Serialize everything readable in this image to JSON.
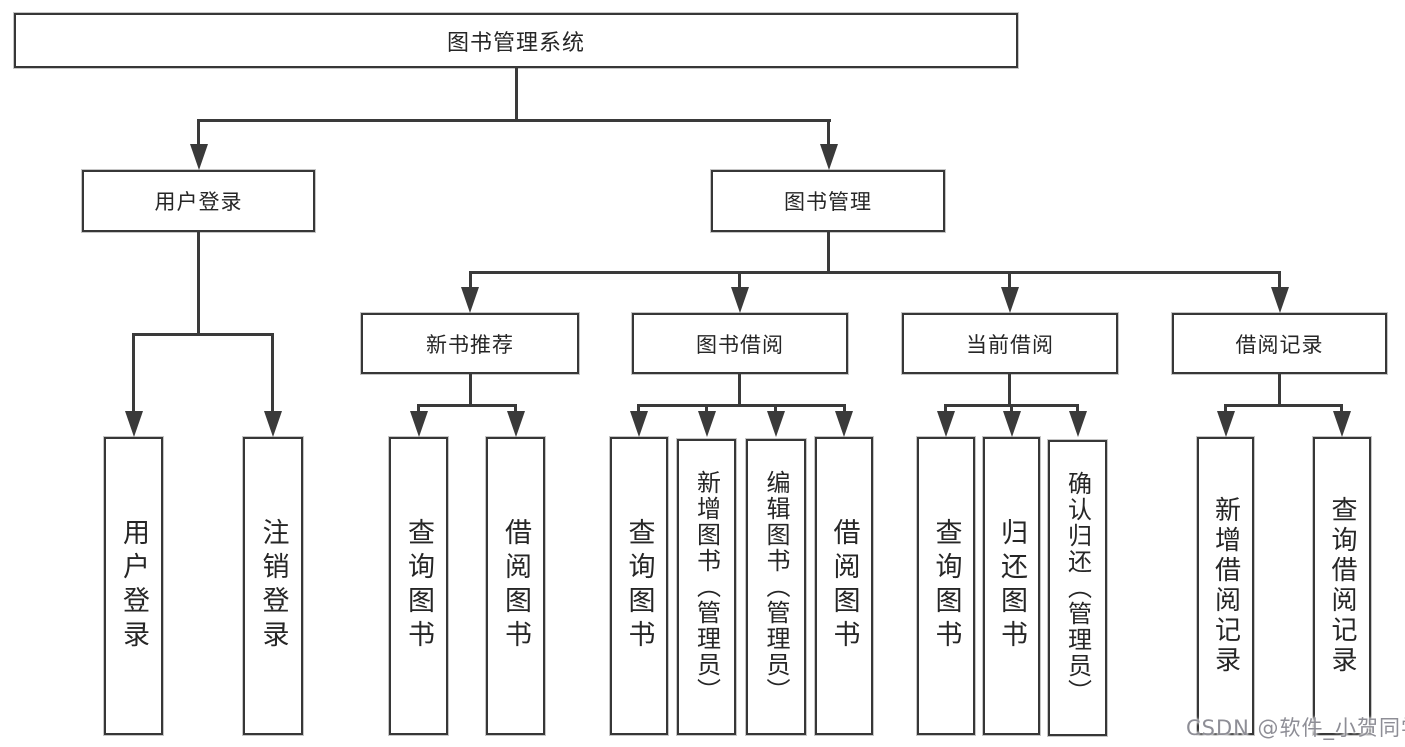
{
  "tree": {
    "label": "图书管理系统",
    "children": [
      {
        "label": "用户登录",
        "children": [
          {
            "label": "用户登录"
          },
          {
            "label": "注销登录"
          }
        ]
      },
      {
        "label": "图书管理",
        "children": [
          {
            "label": "新书推荐",
            "children": [
              {
                "label": "查询图书"
              },
              {
                "label": "借阅图书"
              }
            ]
          },
          {
            "label": "图书借阅",
            "children": [
              {
                "label": "查询图书"
              },
              {
                "label": "新增图书（管理员）"
              },
              {
                "label": "编辑图书（管理员）"
              },
              {
                "label": "借阅图书"
              }
            ]
          },
          {
            "label": "当前借阅",
            "children": [
              {
                "label": "查询图书"
              },
              {
                "label": "归还图书"
              },
              {
                "label": "确认归还（管理员）"
              }
            ]
          },
          {
            "label": "借阅记录",
            "children": [
              {
                "label": "新增借阅记录"
              },
              {
                "label": "查询借阅记录"
              }
            ]
          }
        ]
      }
    ]
  },
  "watermark": {
    "text": "CSDN @软件_小贺同学"
  },
  "colors": {
    "line": "#3a3a3a",
    "border": "#373737",
    "fill": "#ffffff",
    "text": "#262626",
    "watermark": "#8e8e96",
    "background": "#ffffff"
  }
}
